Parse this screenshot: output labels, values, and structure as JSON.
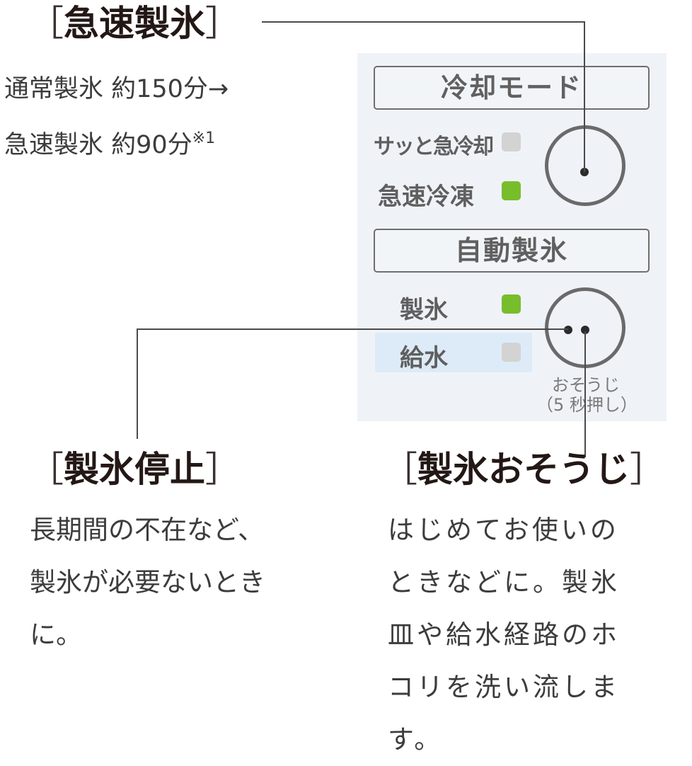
{
  "callouts": {
    "rapid_ice": {
      "title": "急速製氷",
      "bracket_open": "［",
      "bracket_close": "］",
      "lines": [
        "通常製氷 約150分→",
        "急速製氷 約90分"
      ],
      "footnote": "※1"
    },
    "stop_ice": {
      "title": "製氷停止",
      "bracket_open": "［",
      "bracket_close": "］",
      "lines": [
        "長期間の不在など、",
        "製氷が必要ないとき",
        "に。"
      ]
    },
    "clean_ice": {
      "title": "製氷おそうじ",
      "bracket_open": "［",
      "bracket_close": "］",
      "lines": [
        "はじめてお使いの",
        "ときなどに。製氷",
        "皿や給水経路のホ",
        "コリを洗い流しま",
        "す。"
      ]
    }
  },
  "panel": {
    "cooling_mode": {
      "header": "冷却モード",
      "options": [
        {
          "label": "サッと急冷却",
          "state": "off"
        },
        {
          "label": "急速冷凍",
          "state": "on"
        }
      ]
    },
    "auto_ice": {
      "header": "自動製氷",
      "options": [
        {
          "label": "製氷",
          "state": "on"
        },
        {
          "label": "給水",
          "state": "off",
          "highlighted": true
        }
      ],
      "button_caption_line1": "おそうじ",
      "button_caption_line2": "（5 秒押し）"
    }
  },
  "colors": {
    "indicator_on": "#78bd2b",
    "indicator_off": "#d3d3d3",
    "panel_bg": "#eff3f8",
    "highlight_bg": "#dcebf7",
    "title_text": "#231815"
  }
}
